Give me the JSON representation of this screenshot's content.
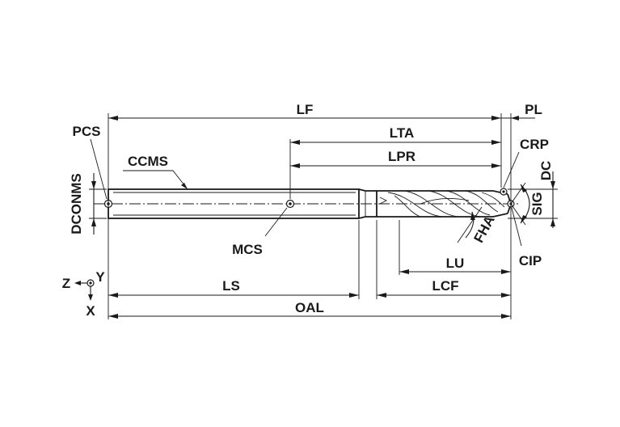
{
  "labels": {
    "lf": "LF",
    "pl": "PL",
    "lta": "LTA",
    "lpr": "LPR",
    "pcs": "PCS",
    "ccms": "CCMS",
    "crp": "CRP",
    "dc": "DC",
    "dconms": "DCONMS",
    "sig": "SIG",
    "mcs": "MCS",
    "fha": "FHA",
    "lu": "LU",
    "cip": "CIP",
    "ls": "LS",
    "lcf": "LCF",
    "oal": "OAL"
  },
  "axes": {
    "z": "Z",
    "y": "Y",
    "x": "X"
  }
}
